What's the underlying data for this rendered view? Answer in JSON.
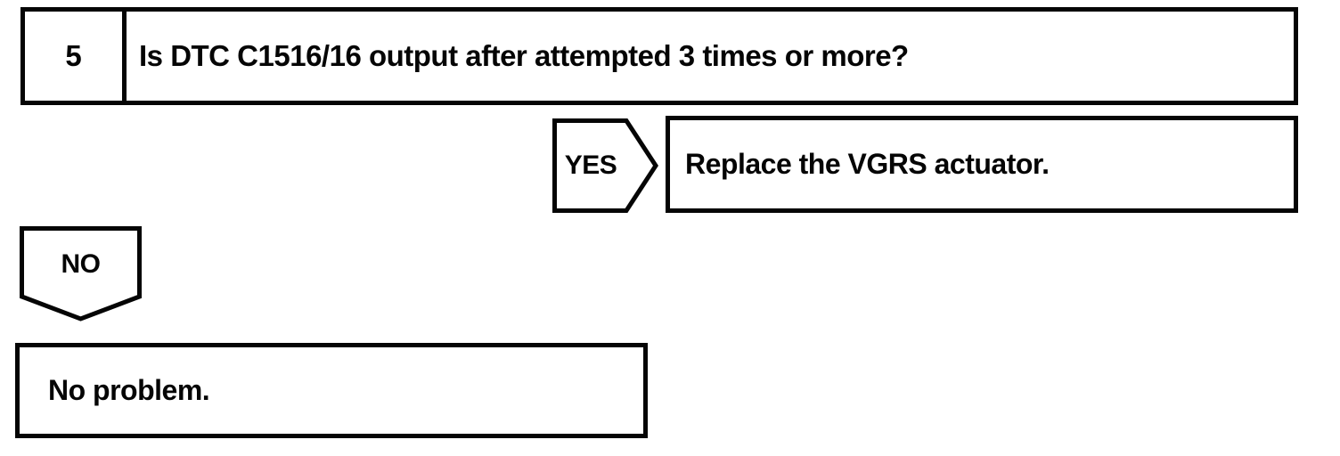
{
  "flowchart": {
    "step": {
      "number": "5",
      "question": "Is DTC C1516/16 output after attempted 3 times or more?"
    },
    "yes_branch": {
      "label": "YES",
      "action": "Replace the VGRS actuator."
    },
    "no_branch": {
      "label": "NO",
      "action": "No problem."
    },
    "colors": {
      "line": "#050505",
      "background": "#ffffff"
    }
  }
}
